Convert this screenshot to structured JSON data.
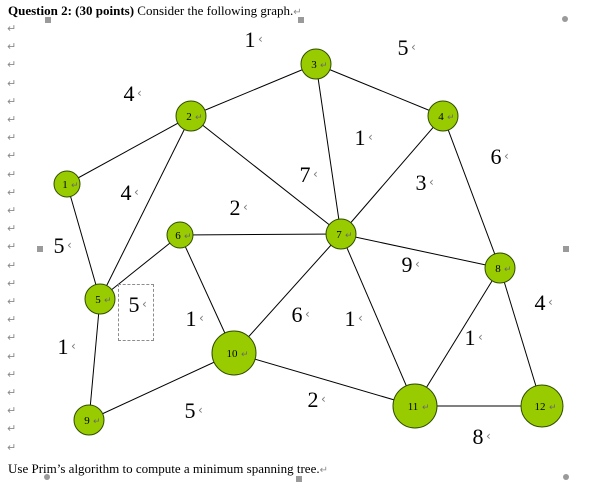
{
  "question": {
    "label": "Question 2:",
    "points": "(30 points)",
    "text": "Consider the following graph.",
    "paragraph_mark": "↵"
  },
  "footer": {
    "text": "Use Prim’s algorithm to compute a minimum spanning tree.",
    "paragraph_mark": "↵"
  },
  "graph": {
    "node_fill": "#99cc00",
    "node_stroke": "#2e4d00",
    "edge_color": "#000000",
    "nodes": [
      {
        "id": "1",
        "label": "1"
      },
      {
        "id": "2",
        "label": "2"
      },
      {
        "id": "3",
        "label": "3"
      },
      {
        "id": "4",
        "label": "4"
      },
      {
        "id": "5",
        "label": "5"
      },
      {
        "id": "6",
        "label": "6"
      },
      {
        "id": "7",
        "label": "7"
      },
      {
        "id": "8",
        "label": "8"
      },
      {
        "id": "9",
        "label": "9"
      },
      {
        "id": "10",
        "label": "10"
      },
      {
        "id": "11",
        "label": "11"
      },
      {
        "id": "12",
        "label": "12"
      }
    ],
    "edges": [
      {
        "from": "2",
        "to": "3",
        "weight": "1"
      },
      {
        "from": "3",
        "to": "4",
        "weight": "5"
      },
      {
        "from": "1",
        "to": "2",
        "weight": "4"
      },
      {
        "from": "3",
        "to": "7",
        "weight": "1"
      },
      {
        "from": "4",
        "to": "8",
        "weight": "6"
      },
      {
        "from": "2",
        "to": "7",
        "weight": "7"
      },
      {
        "from": "2",
        "to": "5",
        "weight": "4"
      },
      {
        "from": "7",
        "to": "4",
        "weight": "3"
      },
      {
        "from": "6",
        "to": "7",
        "weight": "2"
      },
      {
        "from": "1",
        "to": "5",
        "weight": "5"
      },
      {
        "from": "7",
        "to": "8",
        "weight": "9"
      },
      {
        "from": "6",
        "to": "5",
        "weight": "5"
      },
      {
        "from": "8",
        "to": "12",
        "weight": "4"
      },
      {
        "from": "6",
        "to": "10",
        "weight": "1"
      },
      {
        "from": "10",
        "to": "7",
        "weight": "6"
      },
      {
        "from": "7",
        "to": "11",
        "weight": "1"
      },
      {
        "from": "11",
        "to": "8",
        "weight": "1"
      },
      {
        "from": "5",
        "to": "9",
        "weight": "1"
      },
      {
        "from": "9",
        "to": "10",
        "weight": "5"
      },
      {
        "from": "10",
        "to": "11",
        "weight": "2"
      },
      {
        "from": "11",
        "to": "12",
        "weight": "8"
      }
    ]
  }
}
